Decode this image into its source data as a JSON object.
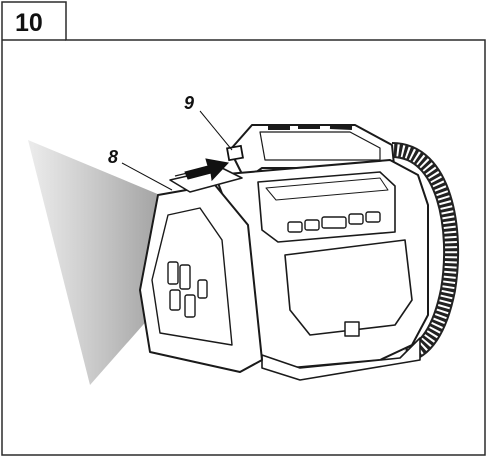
{
  "figure": {
    "number": "10",
    "callouts": {
      "item8": "8",
      "item9": "9"
    }
  },
  "colors": {
    "line": "#1a1a1a",
    "beam": "#bdbdbd",
    "frame": "#2b2b2b"
  }
}
